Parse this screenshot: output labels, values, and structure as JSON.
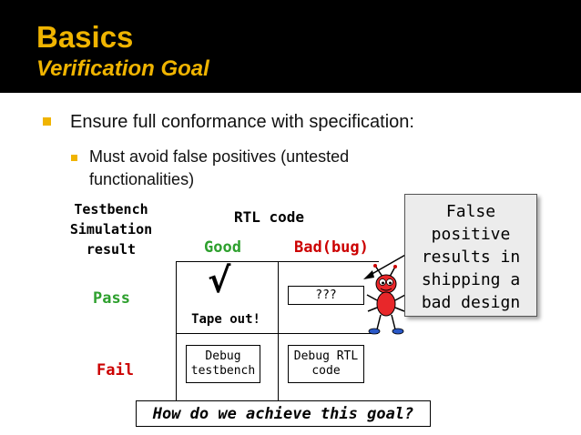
{
  "slide": {
    "title": "Basics",
    "subtitle": "Verification Goal",
    "bullet1": "Ensure full conformance with specification:",
    "bullet2": "Must avoid false positives (untested functionalities)",
    "accent_color": "#f0b400"
  },
  "diagram": {
    "row_header_line1": "Testbench",
    "row_header_line2": "Simulation",
    "row_header_line3": "result",
    "col_header": "RTL code",
    "col_good": "Good",
    "col_bad": "Bad(bug)",
    "row_pass": "Pass",
    "row_fail": "Fail",
    "check_mark": "√",
    "tape_out": "Tape out!",
    "unknown": "???",
    "debug_tb_line1": "Debug",
    "debug_tb_line2": "testbench",
    "debug_rtl_line1": "Debug RTL",
    "debug_rtl_line2": "code",
    "good_color": "#2ea02e",
    "bad_color": "#cc0000"
  },
  "callout": {
    "line1": "False",
    "line2": "positive",
    "line3": "results in",
    "line4": "shipping a",
    "line5": "bad design"
  },
  "footer": {
    "question": "How do we achieve this goal?"
  }
}
